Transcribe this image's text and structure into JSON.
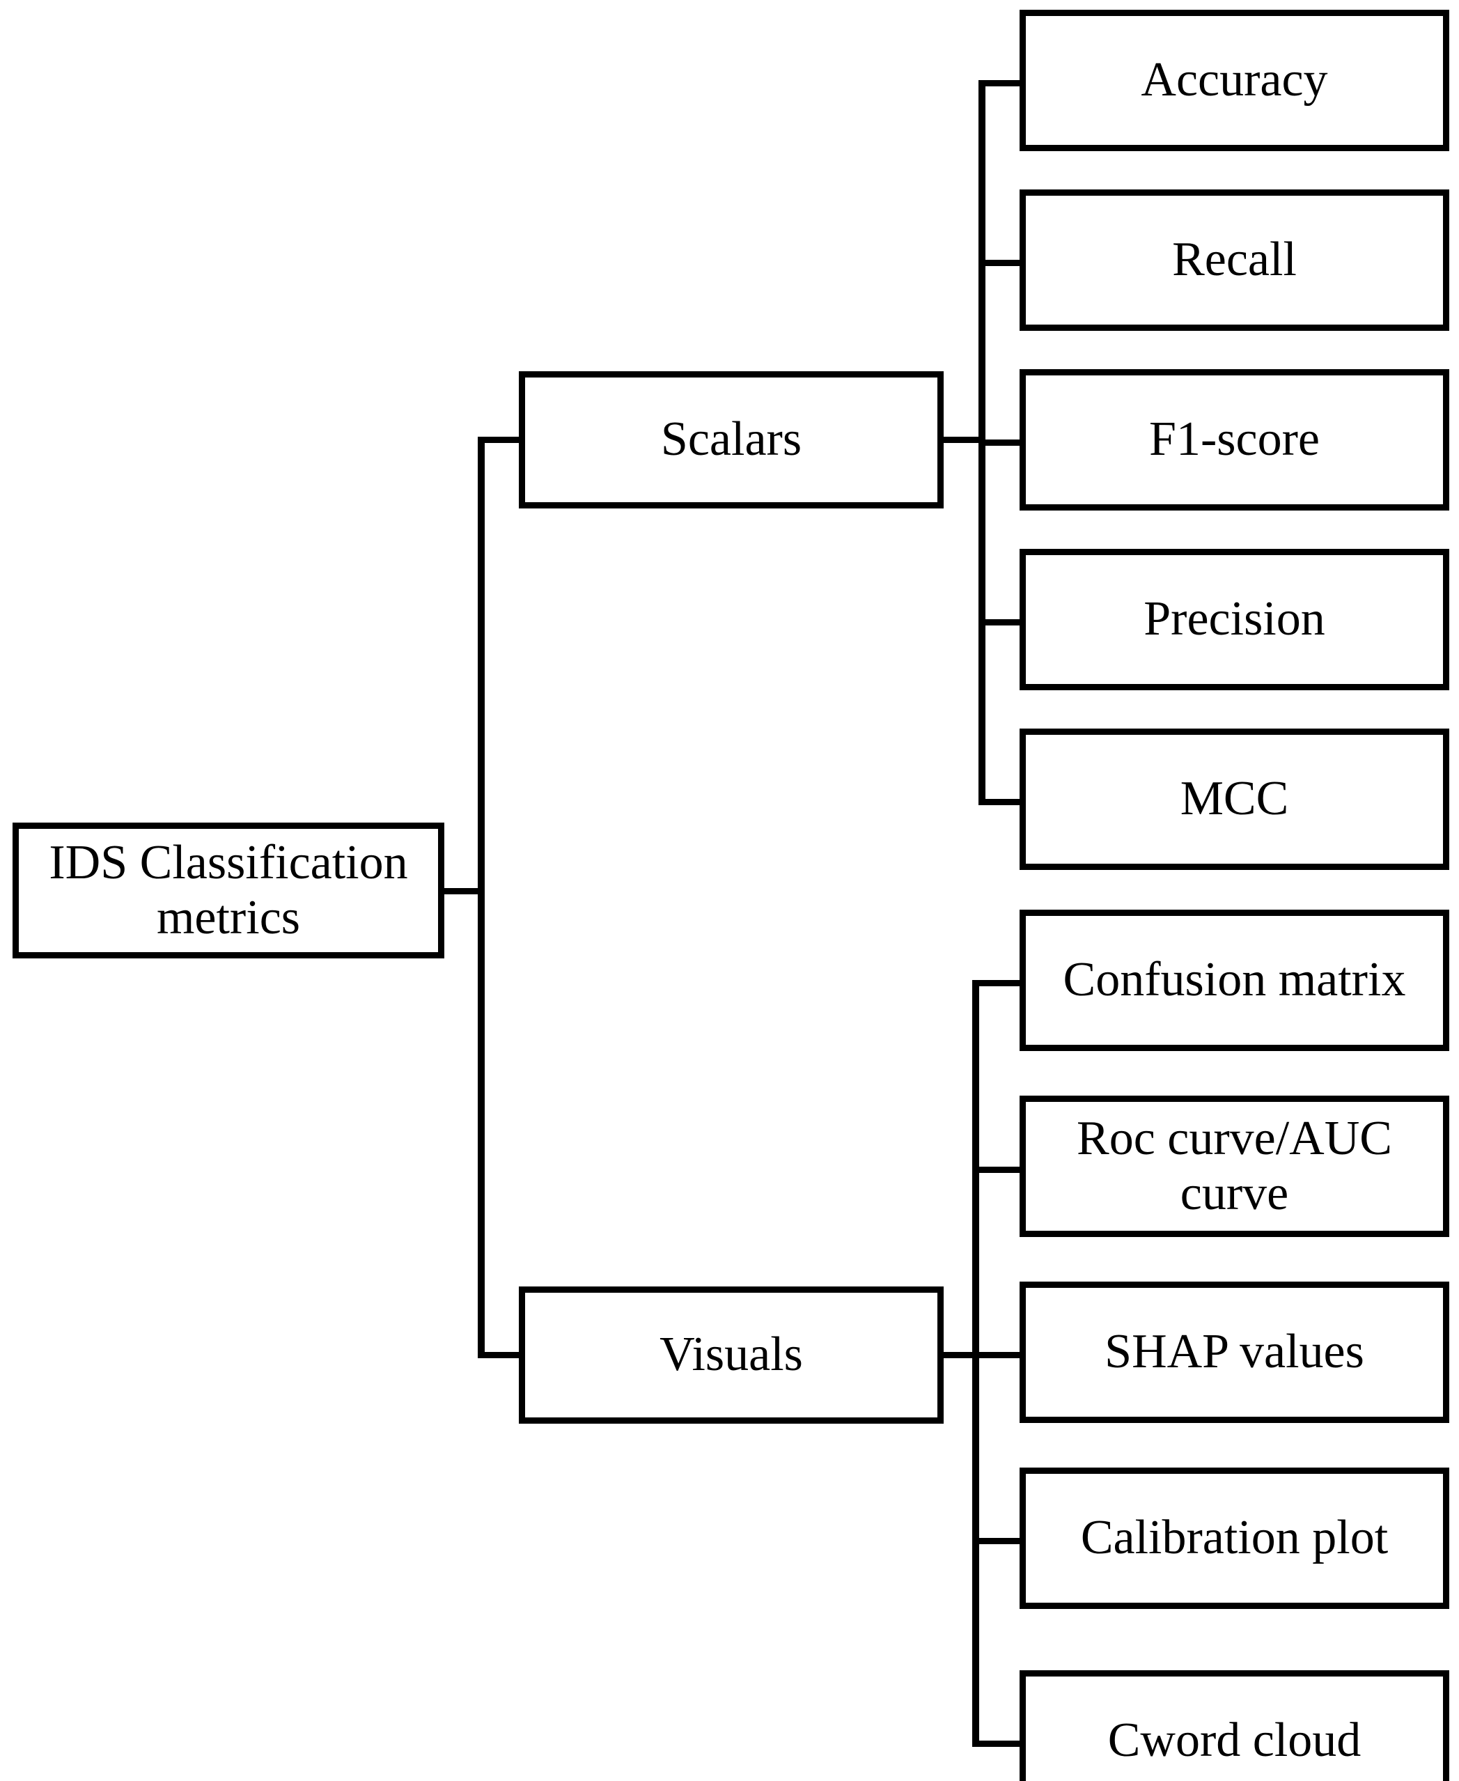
{
  "diagram": {
    "type": "tree",
    "orientation": "left-to-right",
    "background_color": "#ffffff",
    "line_color": "#000000",
    "text_color": "#000000",
    "root": {
      "label": "IDS Classification\nmetrics",
      "line1": "IDS Classification",
      "line2": "metrics"
    },
    "branches": [
      {
        "label": "Scalars",
        "children": [
          {
            "label": "Accuracy"
          },
          {
            "label": "Recall"
          },
          {
            "label": "F1-score"
          },
          {
            "label": "Precision"
          },
          {
            "label": "MCC"
          }
        ]
      },
      {
        "label": "Visuals",
        "children": [
          {
            "label": "Confusion matrix"
          },
          {
            "label": "Roc curve/AUC\ncurve"
          },
          {
            "label": "SHAP values"
          },
          {
            "label": "Calibration plot"
          },
          {
            "label": "Cword cloud"
          }
        ]
      }
    ]
  }
}
